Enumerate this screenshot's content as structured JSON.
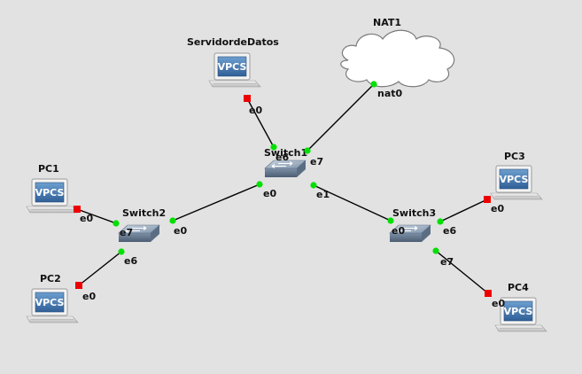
{
  "nodes": {
    "servidor": {
      "label": "ServidordeDatos",
      "screen": "VPCS"
    },
    "nat1": {
      "label": "NAT1"
    },
    "switch1": {
      "label": "Switch1"
    },
    "switch2": {
      "label": "Switch2"
    },
    "switch3": {
      "label": "Switch3"
    },
    "pc1": {
      "label": "PC1",
      "screen": "VPCS"
    },
    "pc2": {
      "label": "PC2",
      "screen": "VPCS"
    },
    "pc3": {
      "label": "PC3",
      "screen": "VPCS"
    },
    "pc4": {
      "label": "PC4",
      "screen": "VPCS"
    }
  },
  "ports": {
    "servidor_e0": "e0",
    "s1_e6": "e6",
    "nat_nat0": "nat0",
    "s1_e7": "e7",
    "s1_e0": "e0",
    "s1_e1": "e1",
    "s2_e0": "e0",
    "s2_e7": "e7",
    "s2_e6": "e6",
    "pc1_e0": "e0",
    "pc2_e0": "e0",
    "s3_e0": "e0",
    "s3_e6": "e6",
    "s3_e7": "e7",
    "pc3_e0": "e0",
    "pc4_e0": "e0"
  },
  "colors": {
    "link_up": "#00e000",
    "link_down": "#ee0000"
  }
}
